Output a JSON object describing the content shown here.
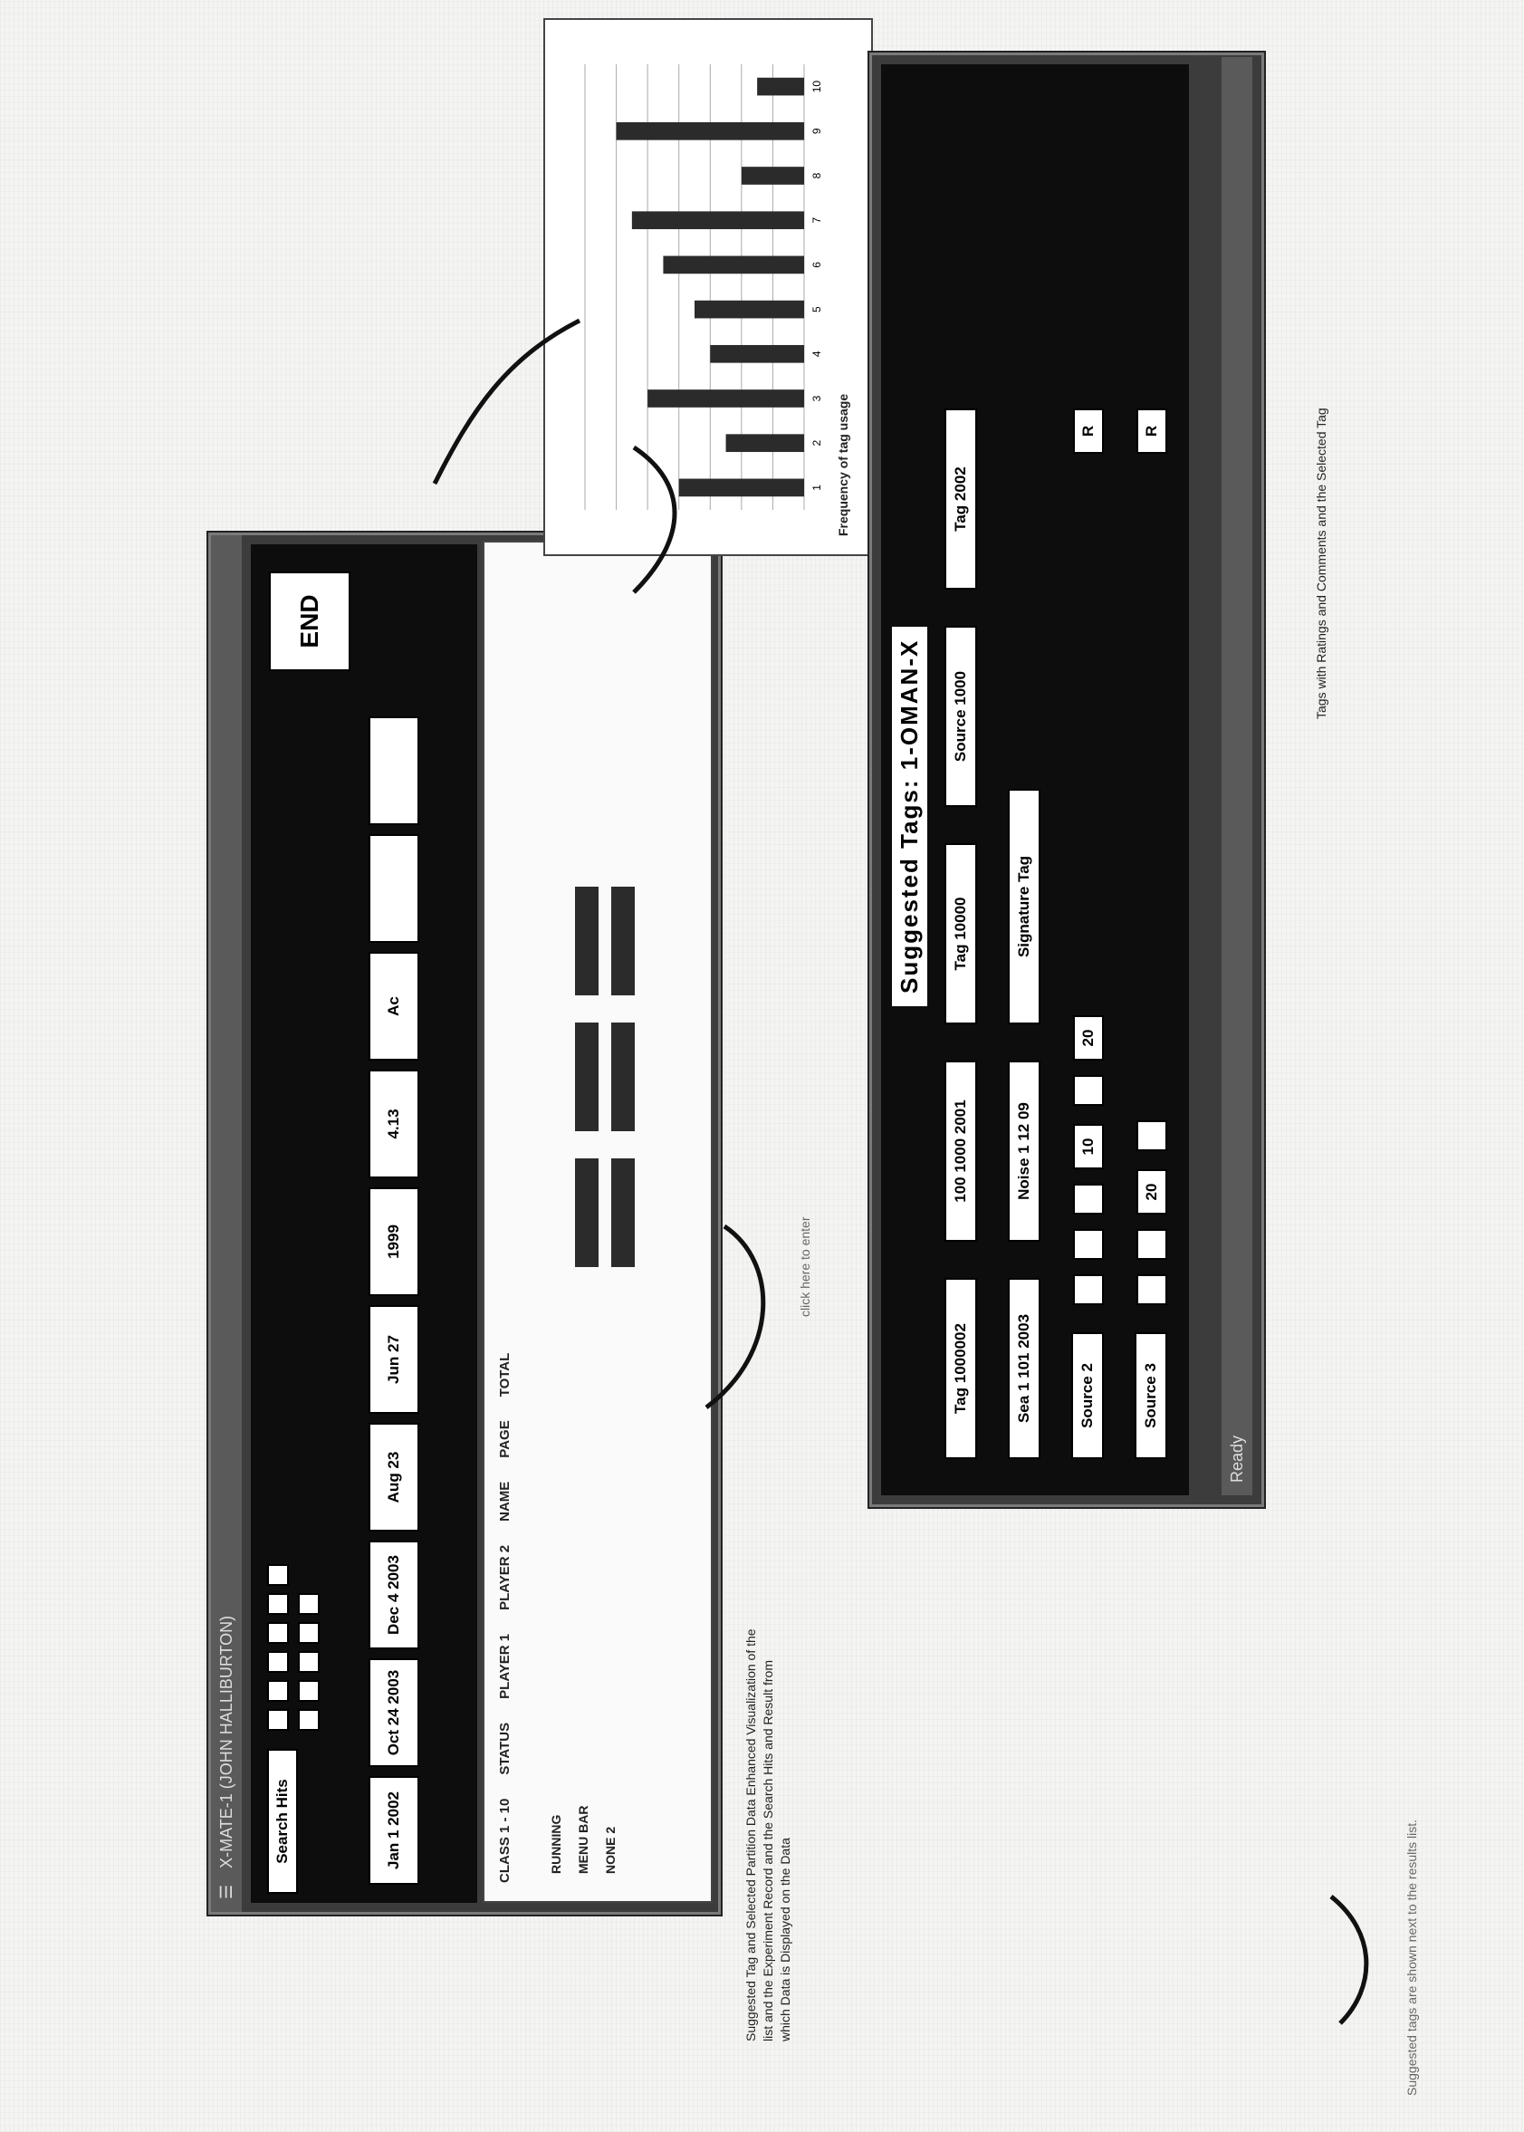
{
  "screen1": {
    "title": "X-MATE-1 (JOHN HALLIBURTON)",
    "search_label": "Search Hits",
    "end_label": "END",
    "buttons": [
      "Jan 1 2002",
      "Oct 24 2003",
      "Dec 4 2003",
      "Aug 23",
      "Jun 27",
      "1999",
      "4.13",
      "Ac"
    ],
    "header_cols": [
      "CLASS 1 - 10",
      "STATUS",
      "PLAYER 1",
      "PLAYER 2",
      "NAME",
      "PAGE",
      "TOTAL"
    ],
    "list_lines": [
      "RUNNING",
      "MENU BAR",
      "NONE 2"
    ]
  },
  "screen2": {
    "title": "Suggested Tags: 1-OMAN-X",
    "rows": [
      [
        "Tag 1000002",
        "100 1000 2001",
        "Tag 10000",
        "Source 1000",
        "Tag 2002"
      ],
      [
        "Sea 1 101 2003",
        "Noise 1 12 09",
        "Signature Tag"
      ],
      [
        "Source 2",
        "10",
        "20",
        "R"
      ],
      [
        "Source 3",
        "20",
        "R"
      ]
    ],
    "status": "Ready"
  },
  "notes": {
    "top_caption": "Suggested tags are shown next to the results list.",
    "left_block": "Suggested Tag and Selected Partition Data Enhanced Visualization of the list and the Experiment Record and the Search Hits and Result from which Data is Displayed on the Data",
    "right_block": "Tags with Ratings and Comments and the Selected Tag",
    "bottom_caption": "Frequency of tag usage",
    "arrow_caption": "click here to enter"
  },
  "chart_data": {
    "type": "bar",
    "title": "",
    "categories": [
      "1",
      "2",
      "3",
      "4",
      "5",
      "6",
      "7",
      "8",
      "9",
      "10"
    ],
    "values": [
      8,
      5,
      10,
      6,
      7,
      9,
      11,
      4,
      12,
      3
    ],
    "xlabel": "",
    "ylabel": "",
    "ylim": [
      0,
      14
    ],
    "grid": true,
    "legend": "none"
  },
  "colors": {
    "dark": "#0d0d0d",
    "window": "#3c3c3c",
    "paper": "#f4f4f2",
    "bar": "#2b2b2b"
  }
}
